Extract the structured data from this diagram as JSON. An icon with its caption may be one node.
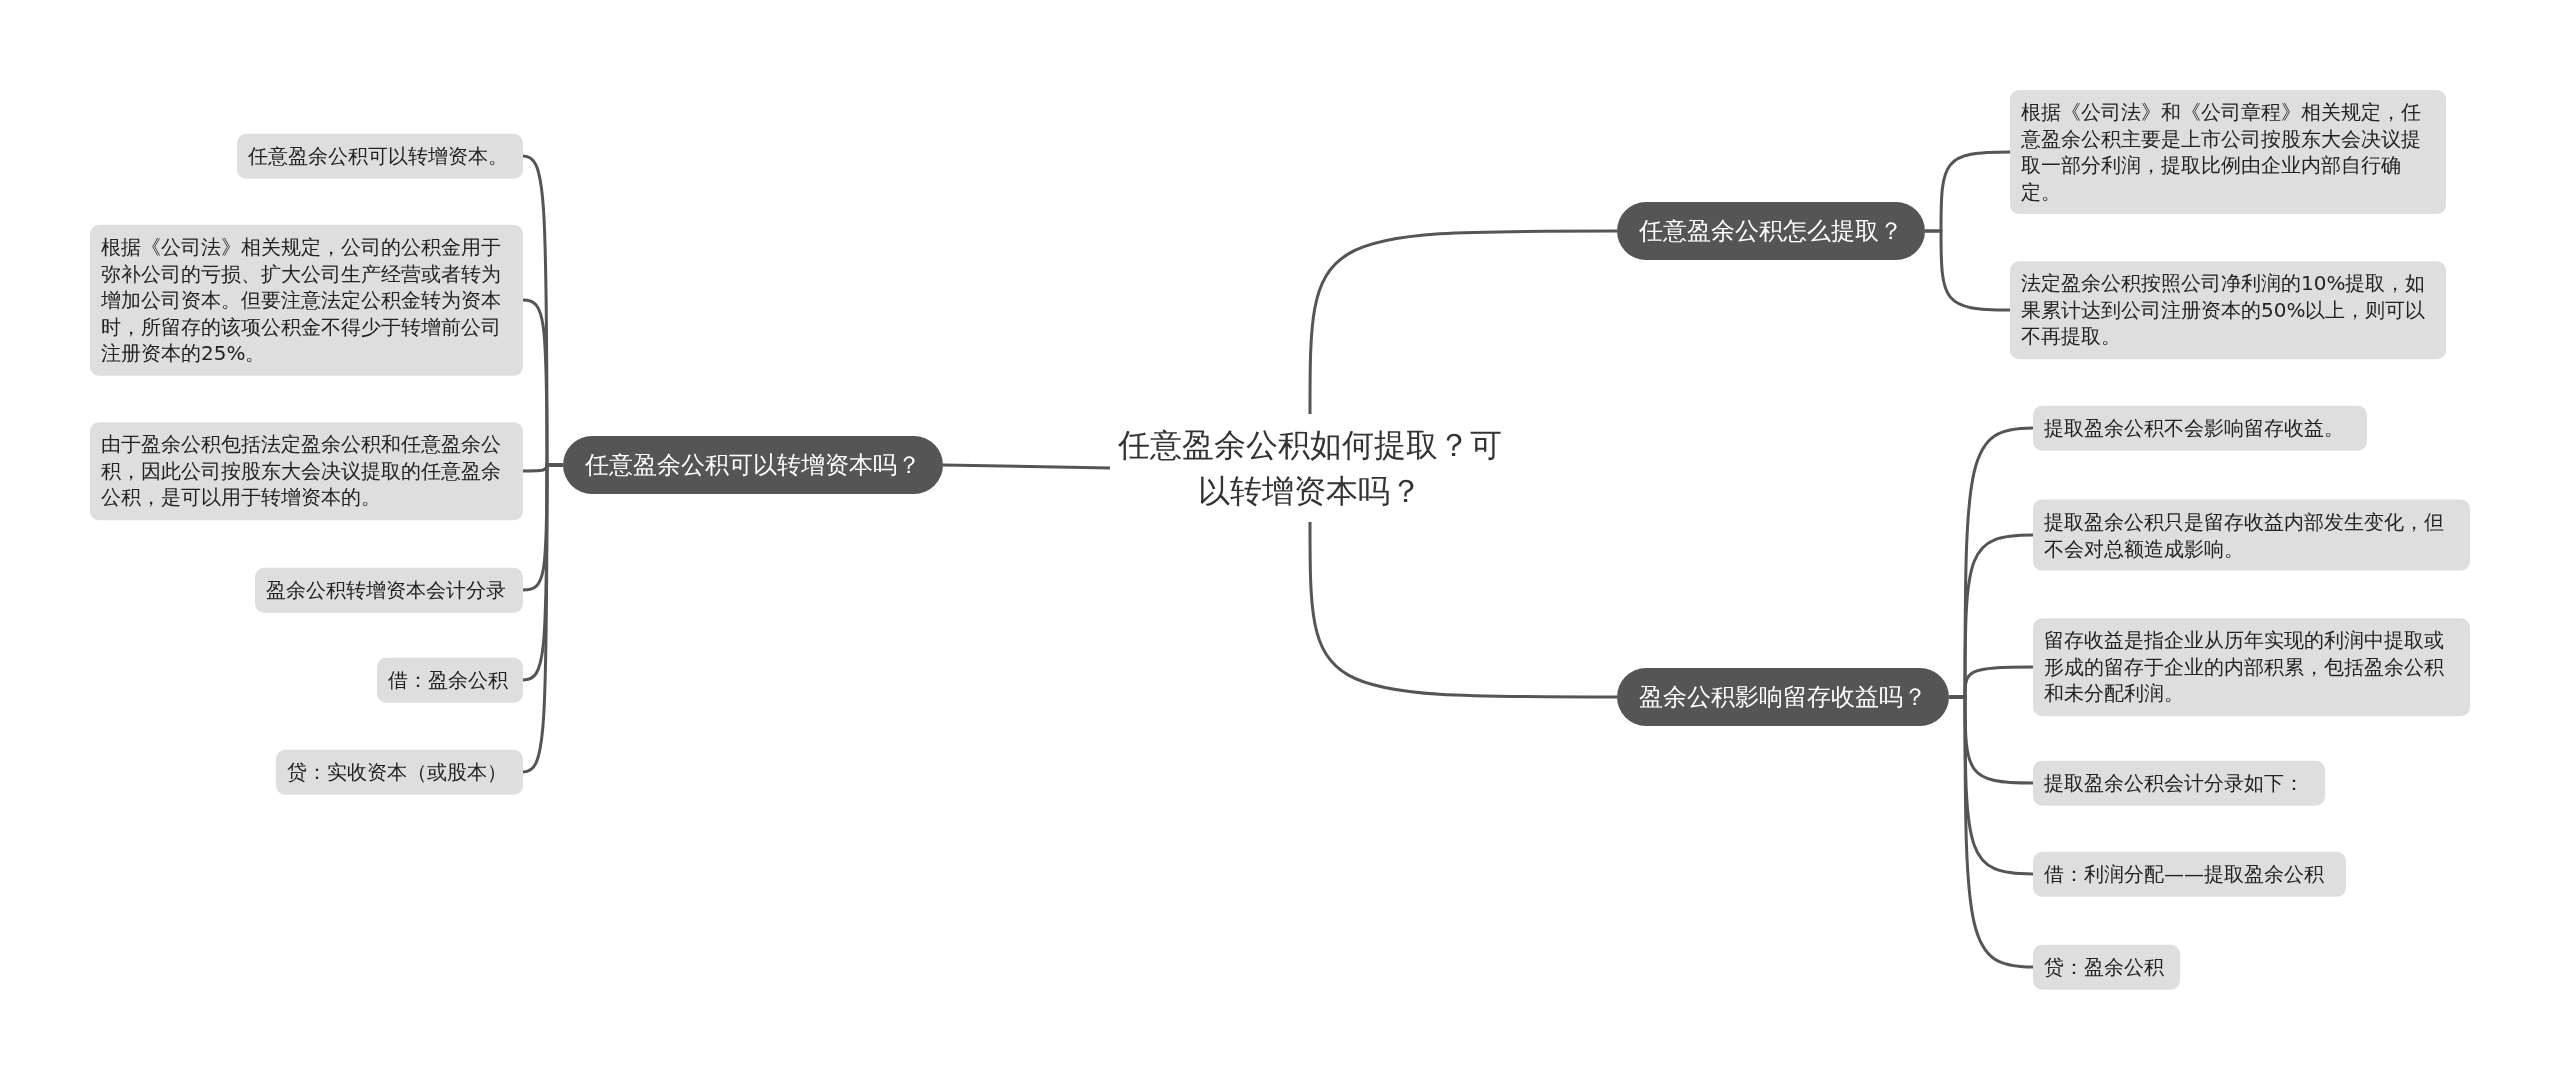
{
  "diagram": {
    "nodes": [
      {
        "text": [
          "任意盈余公积如何提取？可以转增资本吗？"
        ]
      },
      {
        "text": [
          "任意盈余公积怎么提取？"
        ]
      },
      {
        "text": [
          "根据《公司法》和《公司章程》相关规定，任意盈余公积主要是上市公司按股东大会决议提取一部分利润，提取比例由企业内部自行确定。"
        ]
      },
      {
        "text": [
          "法定盈余公积按照公司净利润的10%提取，如果累计达到公司注册资本的50%以上，则可以不再提取。"
        ]
      },
      {
        "text": [
          "任意盈余公积可以转增资本吗？"
        ]
      },
      {
        "text": [
          "任意盈余公积可以转增资本。"
        ]
      },
      {
        "text": [
          "根据《公司法》相关规定，公司的公积金用于弥补公司的亏损、扩大公司生产经营或者转为增加公司资本。但要注意法定公积金转为资本时，所留存的该项公积金不得少于转增前公司注册资本的25%。"
        ]
      },
      {
        "text": [
          "由于盈余公积包括法定盈余公积和任意盈余公积，因此公司按股东大会决议提取的任意盈余公积，是可以用于转增资本的。"
        ]
      },
      {
        "text": [
          "盈余公积转增资本会计分录"
        ]
      },
      {
        "text": [
          "借：盈余公积"
        ]
      },
      {
        "text": [
          "贷：实收资本（或股本）"
        ]
      },
      {
        "text": [
          "盈余公积影响留存收益吗？"
        ]
      },
      {
        "text": [
          "提取盈余公积不会影响留存收益。"
        ]
      },
      {
        "text": [
          "提取盈余公积只是留存收益内部发生变化，但不会对总额造成影响。"
        ]
      },
      {
        "text": [
          "留存收益是指企业从历年实现的利润中提取或形成的留存于企业的内部积累，包括盈余公积和未分配利润。"
        ]
      },
      {
        "text": [
          "提取盈余公积会计分录如下："
        ]
      },
      {
        "text": [
          "借：利润分配——提取盈余公积"
        ]
      },
      {
        "text": [
          "贷：盈余公积"
        ]
      }
    ],
    "edges": [
      {
        "from": 0,
        "to": 1,
        "arrow": "none"
      },
      {
        "from": 1,
        "to": 2,
        "arrow": "none"
      },
      {
        "from": 1,
        "to": 3,
        "arrow": "none"
      },
      {
        "from": 0,
        "to": 4,
        "arrow": "none"
      },
      {
        "from": 4,
        "to": 5,
        "arrow": "none"
      },
      {
        "from": 4,
        "to": 6,
        "arrow": "none"
      },
      {
        "from": 4,
        "to": 7,
        "arrow": "none"
      },
      {
        "from": 4,
        "to": 8,
        "arrow": "none"
      },
      {
        "from": 4,
        "to": 9,
        "arrow": "none"
      },
      {
        "from": 4,
        "to": 10,
        "arrow": "none"
      },
      {
        "from": 0,
        "to": 11,
        "arrow": "none"
      },
      {
        "from": 11,
        "to": 12,
        "arrow": "none"
      },
      {
        "from": 11,
        "to": 13,
        "arrow": "none"
      },
      {
        "from": 11,
        "to": 14,
        "arrow": "none"
      },
      {
        "from": 11,
        "to": 15,
        "arrow": "none"
      },
      {
        "from": 11,
        "to": 16,
        "arrow": "none"
      },
      {
        "from": 11,
        "to": 17,
        "arrow": "none"
      }
    ]
  }
}
